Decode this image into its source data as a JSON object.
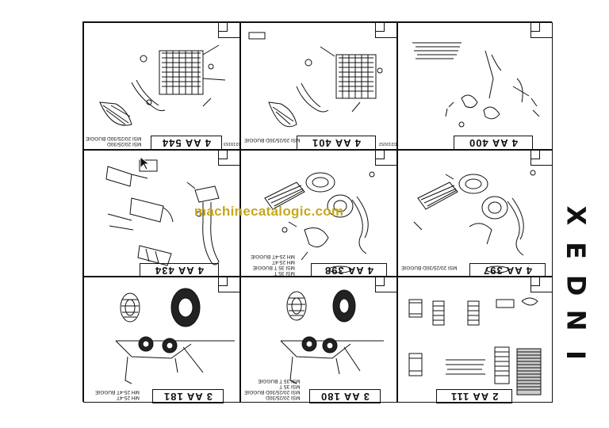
{
  "watermark": "machinecatalogic.com",
  "index_letters": [
    "X",
    "E",
    "D",
    "N",
    "I"
  ],
  "cells": [
    {
      "code": "4 AA 544",
      "caption": [
        "MSI 20/25/30D",
        "MSI 20/25/30D BUGGIE"
      ],
      "ref": "D219153"
    },
    {
      "code": "4 AA 401",
      "caption": [
        "MSI 20/25/30D BUGGIE"
      ],
      "ref": "D219152"
    },
    {
      "code": "4 AA 400",
      "caption": [],
      "ref": ""
    },
    {
      "code": "4 AA 434",
      "caption": [],
      "ref": ""
    },
    {
      "code": "4 AA 398",
      "caption": [
        "MSI 35 T",
        "MSI 35 T BUGGIE",
        "MH 25-4T",
        "MH 25-4T BUGGIE"
      ],
      "ref": ""
    },
    {
      "code": "4 AA 397",
      "caption": [
        "MSI 20/25/30D BUGGIE"
      ],
      "ref": ""
    },
    {
      "code": "3 AA 181",
      "caption": [
        "MH 25-4T",
        "MH 25-4T BUGGIE"
      ],
      "ref": ""
    },
    {
      "code": "3 AA 180",
      "caption": [
        "MSI 20/25/30D",
        "MSI 20/25/30D BUGGIE",
        "MSI 35 T",
        "MSI 35 T BUGGIE"
      ],
      "ref": ""
    },
    {
      "code": "2 AA 111",
      "caption": [],
      "ref": ""
    }
  ]
}
